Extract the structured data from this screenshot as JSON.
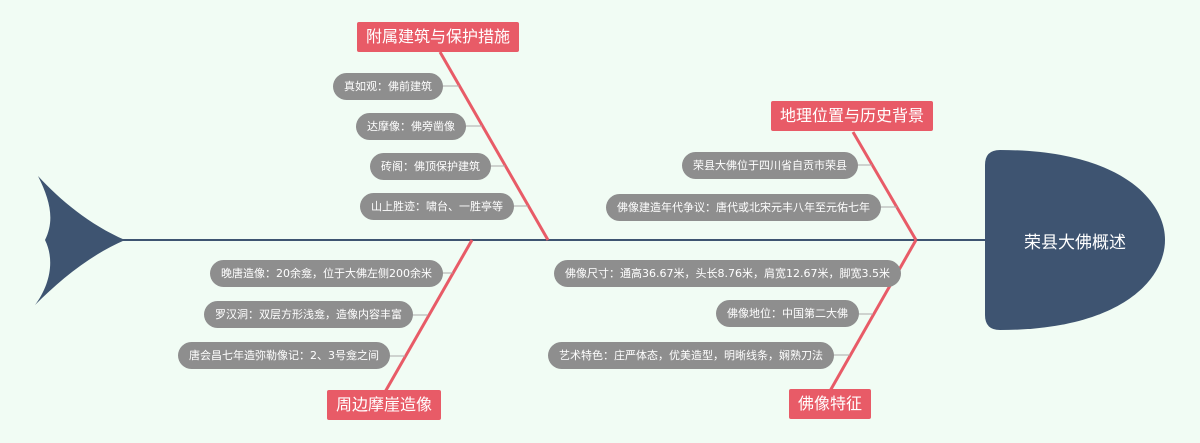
{
  "colors": {
    "background": "#f1fcf4",
    "spine": "#3e5471",
    "category": "#e85b67",
    "topic": "#8e8e8e"
  },
  "head": {
    "title": "荣县大佛概述"
  },
  "branches": [
    {
      "label": "附属建筑与保护措施",
      "items": [
        "真如观：佛前建筑",
        "达摩像：佛旁凿像",
        "砖阁：佛顶保护建筑",
        "山上胜迹：啸台、一胜亭等"
      ]
    },
    {
      "label": "周边摩崖造像",
      "items": [
        "晚唐造像：20余龛，位于大佛左侧200余米",
        "罗汉洞：双层方形浅龛，造像内容丰富",
        "唐会昌七年造弥勒像记：2、3号龛之间"
      ]
    },
    {
      "label": "地理位置与历史背景",
      "items": [
        "荣县大佛位于四川省自贡市荣县",
        "佛像建造年代争议：唐代或北宋元丰八年至元佑七年"
      ]
    },
    {
      "label": "佛像特征",
      "items": [
        "佛像尺寸：通高36.67米，头长8.76米，肩宽12.67米，脚宽3.5米",
        "佛像地位：中国第二大佛",
        "艺术特色：庄严体态，优美造型，明晰线条，娴熟刀法"
      ]
    }
  ]
}
